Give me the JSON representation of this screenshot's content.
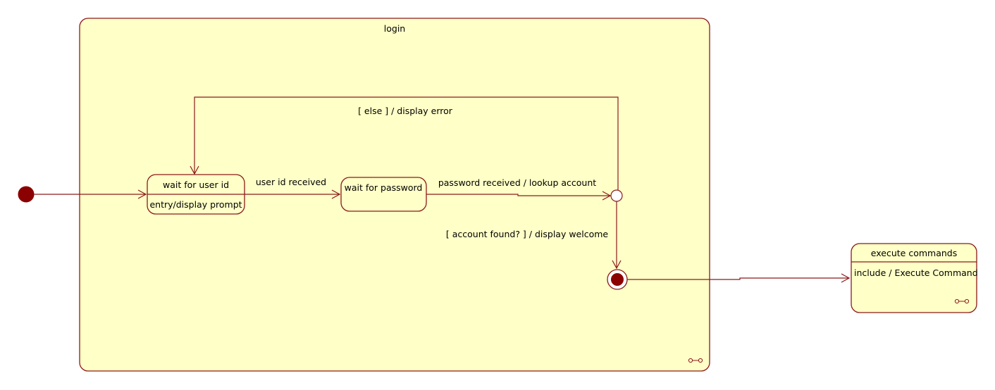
{
  "colors": {
    "state_fill": "#ffffc8",
    "stroke": "#8b1a1a",
    "pseudostate_fill": "#8b0000",
    "text": "#000000"
  },
  "composite_state": {
    "name": "login",
    "icon": "composite-state-icon"
  },
  "states": {
    "wait_user": {
      "name": "wait for user id",
      "activity": "entry/display prompt"
    },
    "wait_password": {
      "name": "wait for password"
    },
    "execute": {
      "name": "execute commands",
      "activity": "include / Execute Command",
      "icon": "composite-state-icon"
    }
  },
  "transitions": {
    "user_id_received": "user id received",
    "password_received": "password received / lookup account",
    "else_error": "[ else ] / display error",
    "account_found": "[ account found? ] / display welcome"
  },
  "pseudostates": {
    "initial": "initial-node",
    "choice": "choice-node",
    "final": "final-node"
  }
}
